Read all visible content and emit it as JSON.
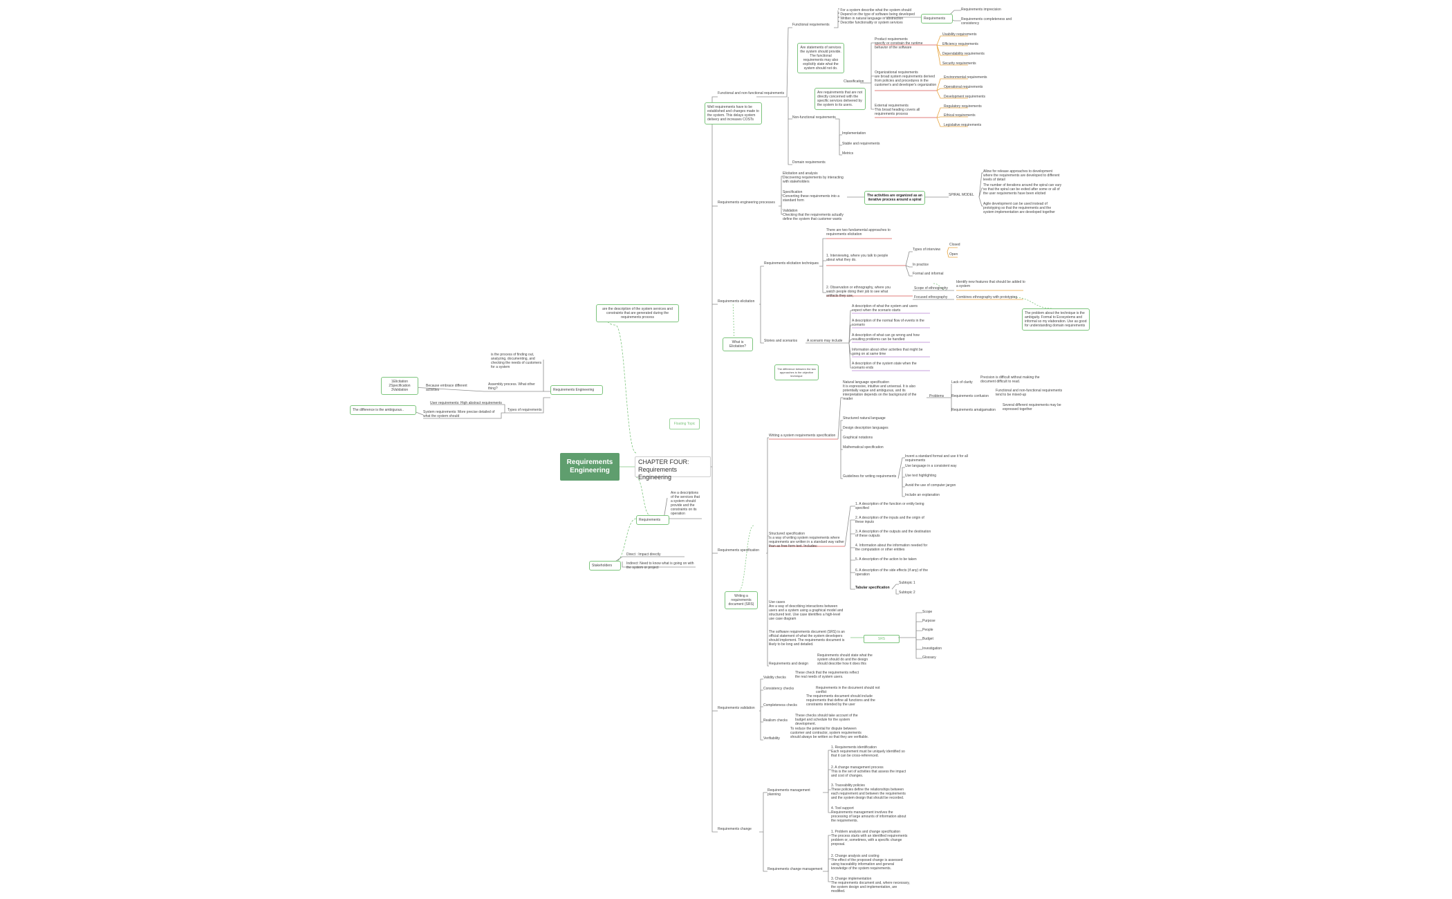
{
  "central": "Requirements Engineering",
  "chapter": "CHAPTER FOUR:\nRequirements Engineering",
  "floating": "Floating Topic",
  "left": {
    "desc": "are the description of the system services and constraints that are generated during the requirements process",
    "re": "Requirements Engineering",
    "process": "is the process of finding out, analyzing, documenting, and checking the needs of customers for a system",
    "what": "Assembly process. What other thing?",
    "because": "Because embrace different activities",
    "phases": "1Elicitation\n2Specification\n3Validation",
    "types": "Types of requirements",
    "user_req": "User requirements: High abstract requirements",
    "sys_req": "System requirements: More precise detailed of what the system should",
    "difference": "The difference is the ambiguous.."
  },
  "bottom_left": {
    "req_def": "Are a descriptions of the services that a system should provide and the constraints on its operation",
    "requirements": "Requirements",
    "stakeholders": "Stakeholders",
    "direct": "Direct : Impact directly",
    "indirect": "Indirect: Need to know what is going on with the system or project"
  },
  "fnf": {
    "root": "Functional and non-functional requirements",
    "desc": "Well requirements have to be established and changes made to the system. This delays system delivery and increases COSTs",
    "functional": "Functional requirements",
    "f_list": "* For a system describe what the system should\n* Depend on the type of software being developed\n* Written in natural language in abstraction\n* Describe functionality or system services",
    "f_desc": "Are statements of services the system should provide. The functional requirements may also explicitly state what the system should not do.",
    "req_box": "Requirements",
    "req_imprecision": "Requirements imprecision",
    "req_completeness": "Requirements completeness and consistency",
    "nonfunctional": "Non-functional requirements",
    "nf_desc": "Are requirements that are not directly concerned with the specific services delivered by the system to its users.",
    "classification": "Classification",
    "product": "Product requirements\nspecify or constrain the runtime behavior of the software",
    "usability": "Usability requirements",
    "efficiency": "Efficiency requirements",
    "dependability": "Dependability requirements",
    "security": "Security requirements",
    "organisational": "Organizational requirements\nare broad system requirements derived from policies and procedures in the customer's and developer's organization",
    "environmental": "Environmental requirements",
    "operational": "Operational requirements",
    "development": "Development requirements",
    "external": "External requirements\nThis broad heading covers all requirements process",
    "regulatory": "Regulatory requirements",
    "ethical": "Ethical requirements",
    "legislative": "Legislative requirements",
    "implementation": "Implementation",
    "stable": "Stable and requirements",
    "metrics": "Metrics",
    "domain": "Domain requirements"
  },
  "processes": {
    "root": "Requirements engineering processes",
    "elicitation": "Elicitation and analysis\nDiscovering requirements by interacting with stakeholders",
    "specification": "Specification\nConverting these requirements into a standard form",
    "validation": "Validation\nChecking that the requirements actually define the system that customer wants",
    "spiral_box": "The activities are organized as an iterative process around a spiral",
    "spiral": "SPIRAL MODEL",
    "s1": "Allow for release approaches to development where the requirements are developed to different levels of detail",
    "s2": "The number of iterations around the spiral can vary so that the spiral can be exited after some or all of the user requirements have been elicited",
    "s3": "Agile development can be used instead of prototyping so that the requirements and the system implementation are developed together"
  },
  "elicitation": {
    "root": "Requirements elicitation",
    "what": "What is Elicitation?",
    "techniques": "Requirements elicitation techniques",
    "approaches": "There are two fundamental approaches to requirements elicitation",
    "interviewing": "1. Interviewing, where you talk to people about what they do.",
    "types_int": "Types of interview",
    "closed": "Closed",
    "open": "Open",
    "in_practice": "In practice",
    "formal": "Formal and informal",
    "observation": "2. Observation or ethnography, where you watch people doing their job to see what artifacts they use,",
    "scope": "Scope of ethnography",
    "identify": "Identify new features that should be added to a system",
    "focused": "Focused ethnography",
    "combines": "Combines ethnography with prototyping",
    "problem": "The problem about the technique is the ambiguity. Formal to Ecosystems and informal so my elaboration. Use as good for understanding domain requirements",
    "stories": "Stories and scenarios",
    "scenario": "A scenario may include",
    "sc1": "A description of what the system and users expect when the scenario starts",
    "sc2": "A description of the normal flow of events in the scenario",
    "sc3": "A description of what can go wrong and how resulting problems can be handled",
    "sc4": "Information about other activities that might be going on at same time",
    "sc5": "A description of the system state when the scenario ends",
    "note": "The difference between the two approaches is the objective technique"
  },
  "specification": {
    "root": "Requirements specification",
    "writing": "Writing a system requirements specification",
    "natural": "Natural language specification\nIt is expressive, intuitive and universal. It is also potentially vague and ambiguous, and its interpretation depends on the background of the reader",
    "problems": "Problems",
    "lack": "Lack of clarity",
    "precision": "Precision is difficult without making the document difficult to read.",
    "confusion": "Requirements confusion",
    "confusion_d": "Functional and non-functional requirements tend to be mixed-up",
    "amalgamation": "Requirements amalgamation",
    "amalgamation_d": "Several different requirements may be expressed together",
    "structured_nl": "Structured natural language",
    "design_desc": "Design description languages",
    "graphical": "Graphical notations",
    "mathematical": "Mathematical specification",
    "guidelines": "Guidelines for writing requirements",
    "g1": "Invent a standard format and use it for all requirements",
    "g2": "Use language in a consistent way",
    "g3": "Use text highlighting",
    "g4": "Avoid the use of computer jargon",
    "g5": "Include an explanation",
    "structured": "Structured specification\nIs a way of writing system requirements where requirements are written in a standard way rather than as free-form text. Includes:",
    "st1": "1. A description of the function or entity being specified",
    "st2": "2. A description of the inputs and the origin of these inputs",
    "st3": "3. A description of the outputs and the destination of these outputs",
    "st4": "4. Information about the information needed for the computation or other entities",
    "st5": "5. A description of the action to be taken",
    "st6": "6. A description of the side effects (if any) of the operation",
    "tabular": "Tabular specification",
    "sub1": "Subtopic 1",
    "sub2": "Subtopic 2",
    "writing_doc": "Writing a requirements document (SRS)",
    "use_cases": "Use cases\nAre a way of describing interactions between users and a system using a graphical model and structured text. Use case identifies a high-level use case diagram",
    "srs_desc": "The software requirements document (SRS) is an official statement of what the system developers should implement. The requirements document is likely to be long and detailed.",
    "srs": "SRS",
    "scope": "Scope",
    "purpose": "Purpose",
    "people": "People",
    "budget": "Budget",
    "investigation": "Investigation",
    "glossary": "Glossary",
    "req_design": "Requirements and design",
    "req_design_d": "Requirements should state what the system should do and the design should describe how it does this"
  },
  "validation": {
    "root": "Requirements validation",
    "validity": "Validity checks",
    "validity_d": "These check that the requirements reflect the real needs of system users.",
    "consistency": "Consistency checks",
    "consistency_d": "Requirements in the document should not conflict",
    "completeness": "Completeness checks",
    "completeness_d": "The requirements document should include requirements that define all functions and the constraints intended by the user",
    "realism": "Realism checks",
    "realism_d": "These checks should take account of the budget and schedule for the system development.",
    "verifiability": "Verifiability",
    "verifiability_d": "To reduce the potential for dispute between customer and contractor, system requirements should always be written so that they are verifiable."
  },
  "change": {
    "root": "Requirements change",
    "planning": "Requirements management planning",
    "p1": "1. Requirements identification\nEach requirement must be uniquely identified so that it can be cross-referenced.",
    "p2": "2. A change management process\nThis is the set of activities that assess the impact and cost of changes.",
    "p3": "3. Traceability policies\nThese policies define the relationships between each requirement and between the requirements and the system design that should be recorded.",
    "p4": "4. Tool support\nRequirements management involves the processing of large amounts of information about the requirements.",
    "management": "Requirements change management",
    "m1": "1. Problem analysis and change specification\nThe process starts with an identified requirements problem or, sometimes, with a specific change proposal.",
    "m2": "2. Change analysis and costing\nThe effect of the proposed change is assessed using traceability information and general knowledge of the system requirements.",
    "m3": "3. Change implementation\nThe requirements document and, where necessary, the system design and implementation, are modified."
  }
}
